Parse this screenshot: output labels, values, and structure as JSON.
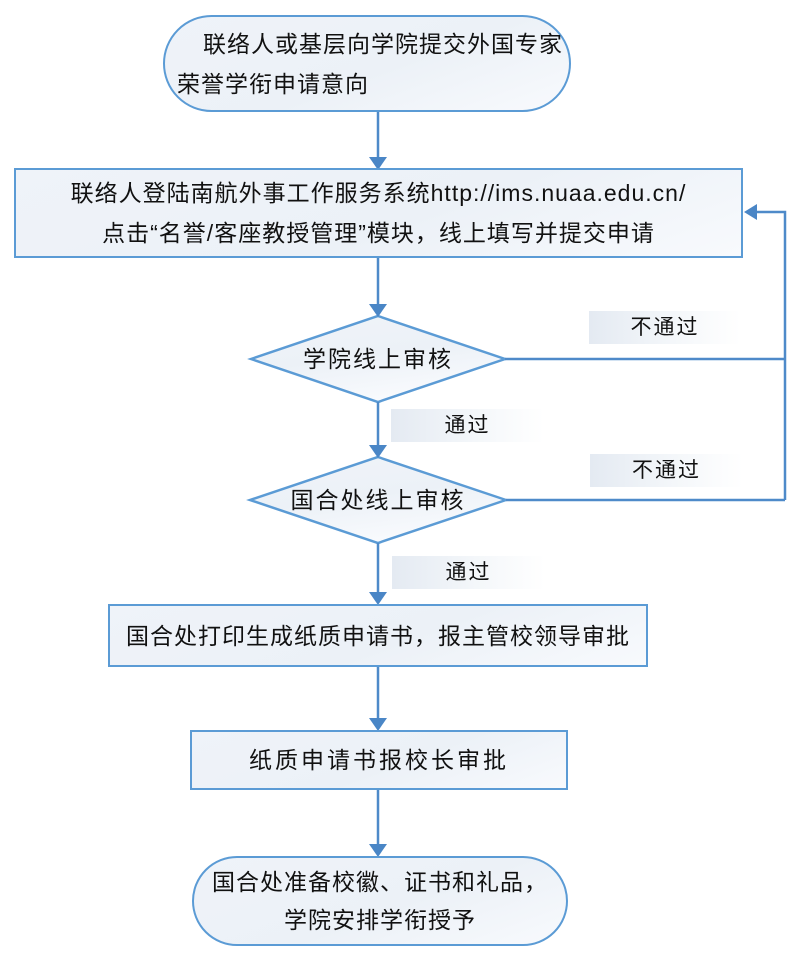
{
  "diagram": {
    "type": "flowchart",
    "nodes": [
      {
        "id": "start",
        "shape": "terminator",
        "lines": [
          "联络人或基层向学院提交外国专家",
          "荣誉学衔申请意向"
        ]
      },
      {
        "id": "online-apply",
        "shape": "process",
        "lines": [
          "联络人登陆南航外事工作服务系统http://ims.nuaa.edu.cn/",
          "点击“名誉/客座教授管理”模块，线上填写并提交申请"
        ]
      },
      {
        "id": "college-review",
        "shape": "decision",
        "label": "学院线上审核"
      },
      {
        "id": "intl-office-review",
        "shape": "decision",
        "label": "国合处线上审核"
      },
      {
        "id": "print-approve",
        "shape": "process",
        "label": "国合处打印生成纸质申请书，报主管校领导审批"
      },
      {
        "id": "president-approve",
        "shape": "process",
        "label": "纸质申请书报校长审批"
      },
      {
        "id": "end",
        "shape": "terminator",
        "lines": [
          "国合处准备校徽、证书和礼品，",
          "学院安排学衔授予"
        ]
      }
    ],
    "edges": [
      {
        "from": "start",
        "to": "online-apply",
        "label": ""
      },
      {
        "from": "online-apply",
        "to": "college-review",
        "label": ""
      },
      {
        "from": "college-review",
        "to": "intl-office-review",
        "label": "通过"
      },
      {
        "from": "college-review",
        "to": "online-apply",
        "label": "不通过"
      },
      {
        "from": "intl-office-review",
        "to": "print-approve",
        "label": "通过"
      },
      {
        "from": "intl-office-review",
        "to": "online-apply",
        "label": "不通过"
      },
      {
        "from": "print-approve",
        "to": "president-approve",
        "label": ""
      },
      {
        "from": "president-approve",
        "to": "end",
        "label": ""
      }
    ],
    "edge_labels": {
      "college_fail": "不通过",
      "college_pass": "通过",
      "intl_fail": "不通过",
      "intl_pass": "通过"
    },
    "colors": {
      "shape_stroke": "#5b9bd5",
      "connector": "#4e8ac9",
      "arrowhead": "#4a86c6",
      "shape_fill_light": "#eef2f8",
      "label_bg": "#e4eaf2",
      "text": "#111111",
      "background": "#ffffff"
    }
  }
}
